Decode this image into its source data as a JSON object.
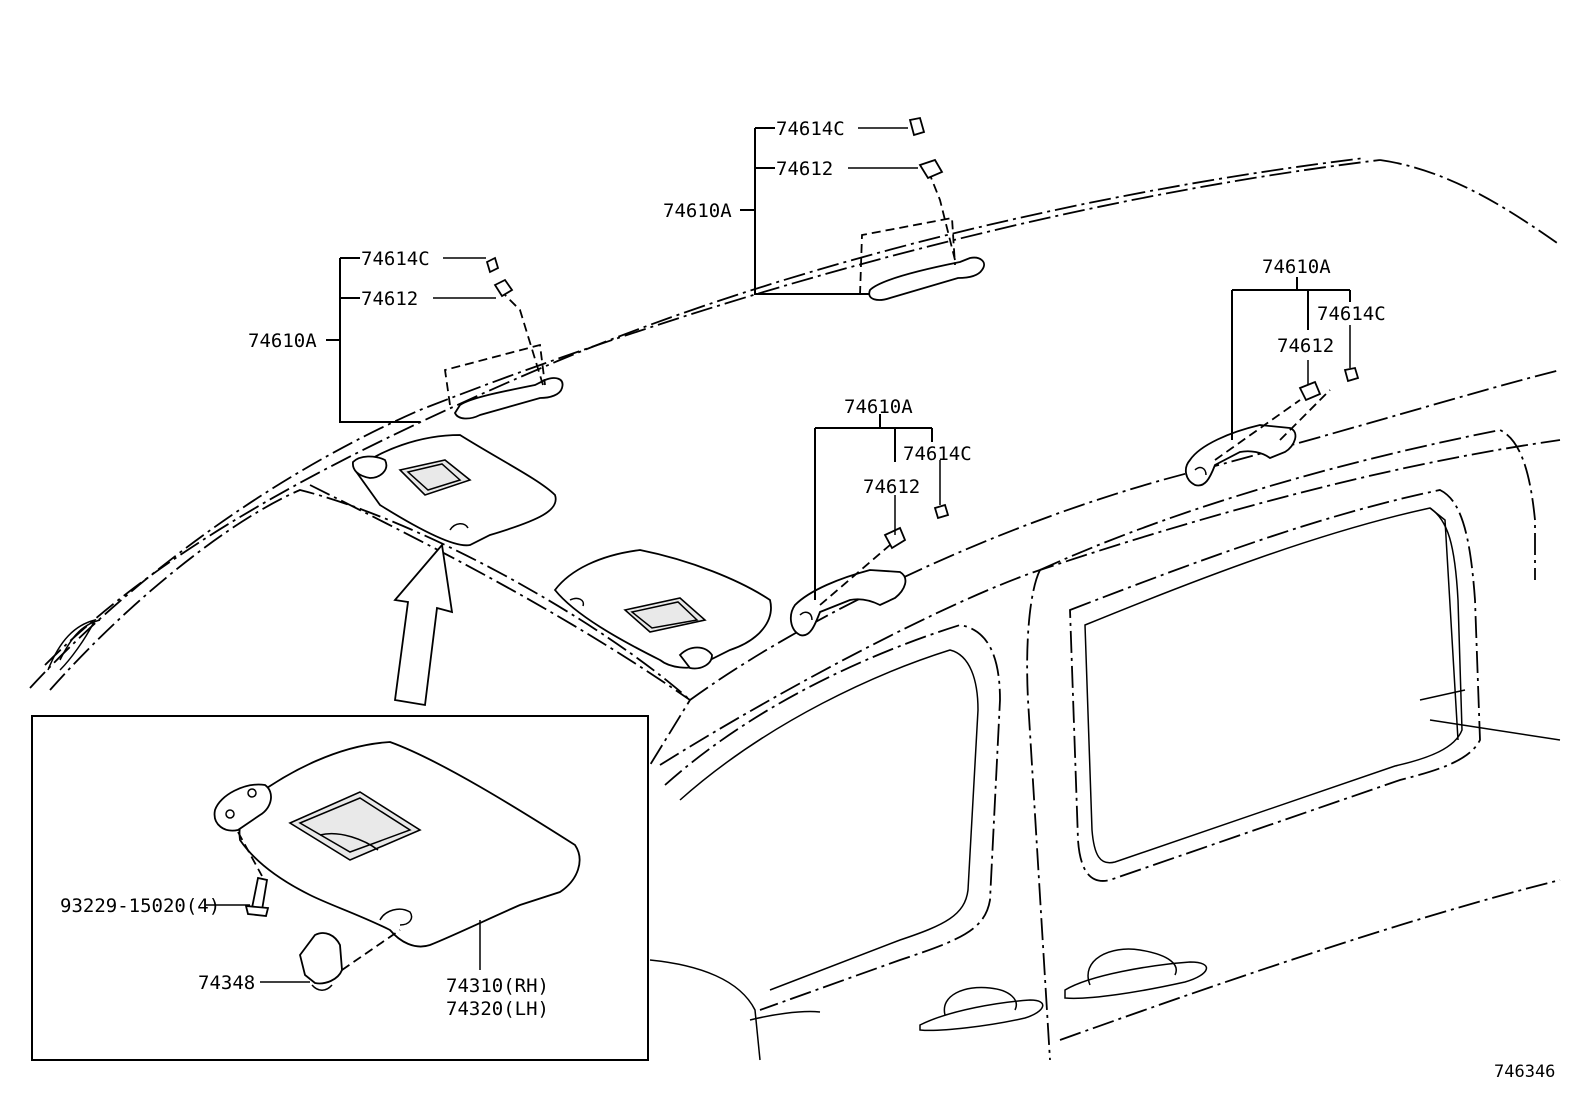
{
  "diagram_id": "746346",
  "callouts": {
    "assist_grip_front_left": {
      "assembly": "74610A",
      "cap": "74614C",
      "bracket": "74612"
    },
    "assist_grip_front_right": {
      "assembly": "74610A",
      "cap": "74614C",
      "bracket": "74612"
    },
    "assist_grip_mid": {
      "assembly": "74610A",
      "cap": "74614C",
      "bracket": "74612"
    },
    "assist_grip_rear": {
      "assembly": "74610A",
      "cap": "74614C",
      "bracket": "74612"
    }
  },
  "detail_inset": {
    "screw": "93229-15020(4)",
    "holder": "74348",
    "visor_rh": "74310(RH)",
    "visor_lh": "74320(LH)"
  }
}
